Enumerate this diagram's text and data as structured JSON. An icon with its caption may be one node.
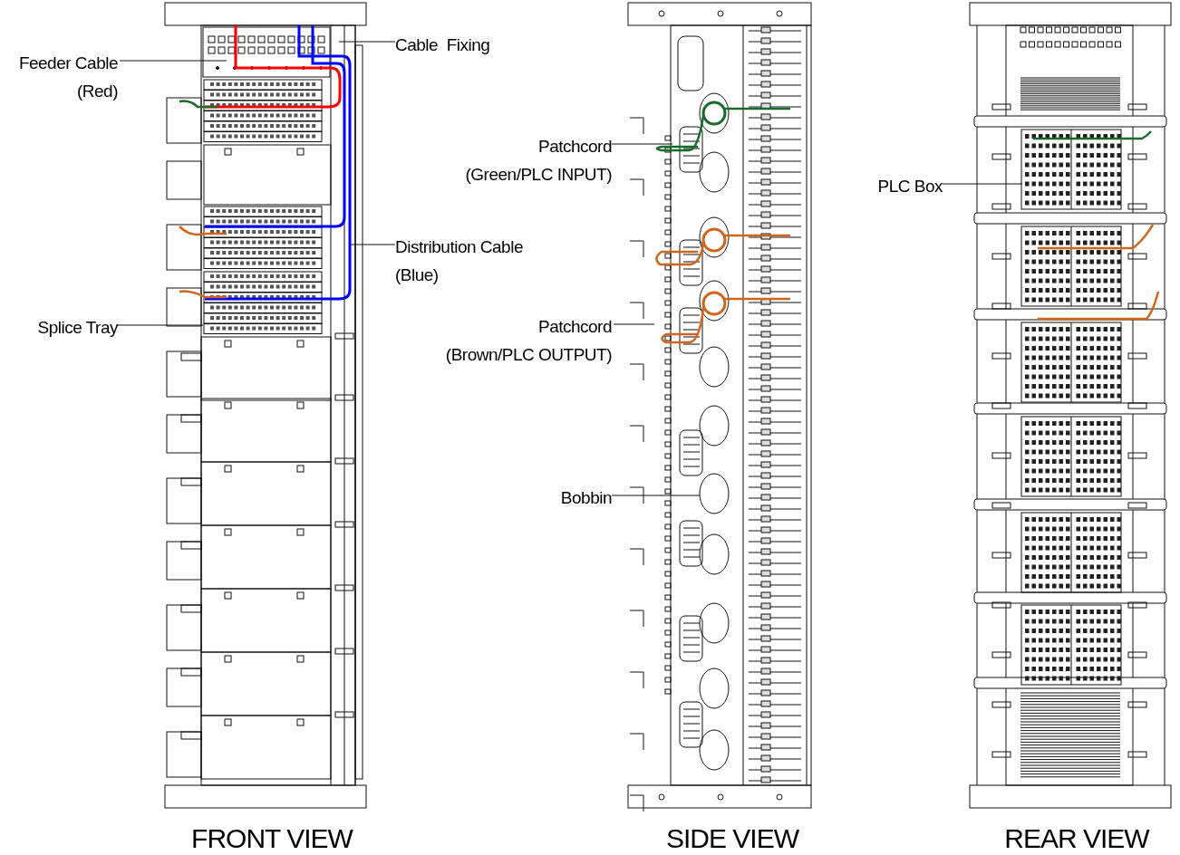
{
  "diagram": {
    "nodes": [
      {
        "text": [
          "Feeder Cable (Red)"
        ]
      },
      {
        "text": [
          "Cable  Fixing"
        ]
      },
      {
        "text": [
          "Distribution Cable (Blue)"
        ]
      },
      {
        "text": [
          "Splice Tray"
        ]
      },
      {
        "text": [
          "Patchcord",
          "(Green/PLC INPUT)"
        ]
      },
      {
        "text": [
          "Patchcord",
          "(Brown/PLC OUTPUT)"
        ]
      },
      {
        "text": [
          "Bobbin"
        ]
      },
      {
        "text": [
          "PLC Box"
        ]
      }
    ],
    "edges": [
      {
        "from": 0,
        "to": null,
        "arrow": "none"
      },
      {
        "from": 1,
        "to": null,
        "arrow": "none"
      },
      {
        "from": 2,
        "to": null,
        "arrow": "none"
      },
      {
        "from": 3,
        "to": null,
        "arrow": "none"
      },
      {
        "from": 4,
        "to": null,
        "arrow": "none"
      },
      {
        "from": 5,
        "to": null,
        "arrow": "none"
      },
      {
        "from": 6,
        "to": null,
        "arrow": "none"
      },
      {
        "from": 7,
        "to": null,
        "arrow": "none"
      }
    ],
    "labels": [
      "FRONT VIEW",
      "SIDE VIEW",
      "REAR VIEW"
    ]
  }
}
